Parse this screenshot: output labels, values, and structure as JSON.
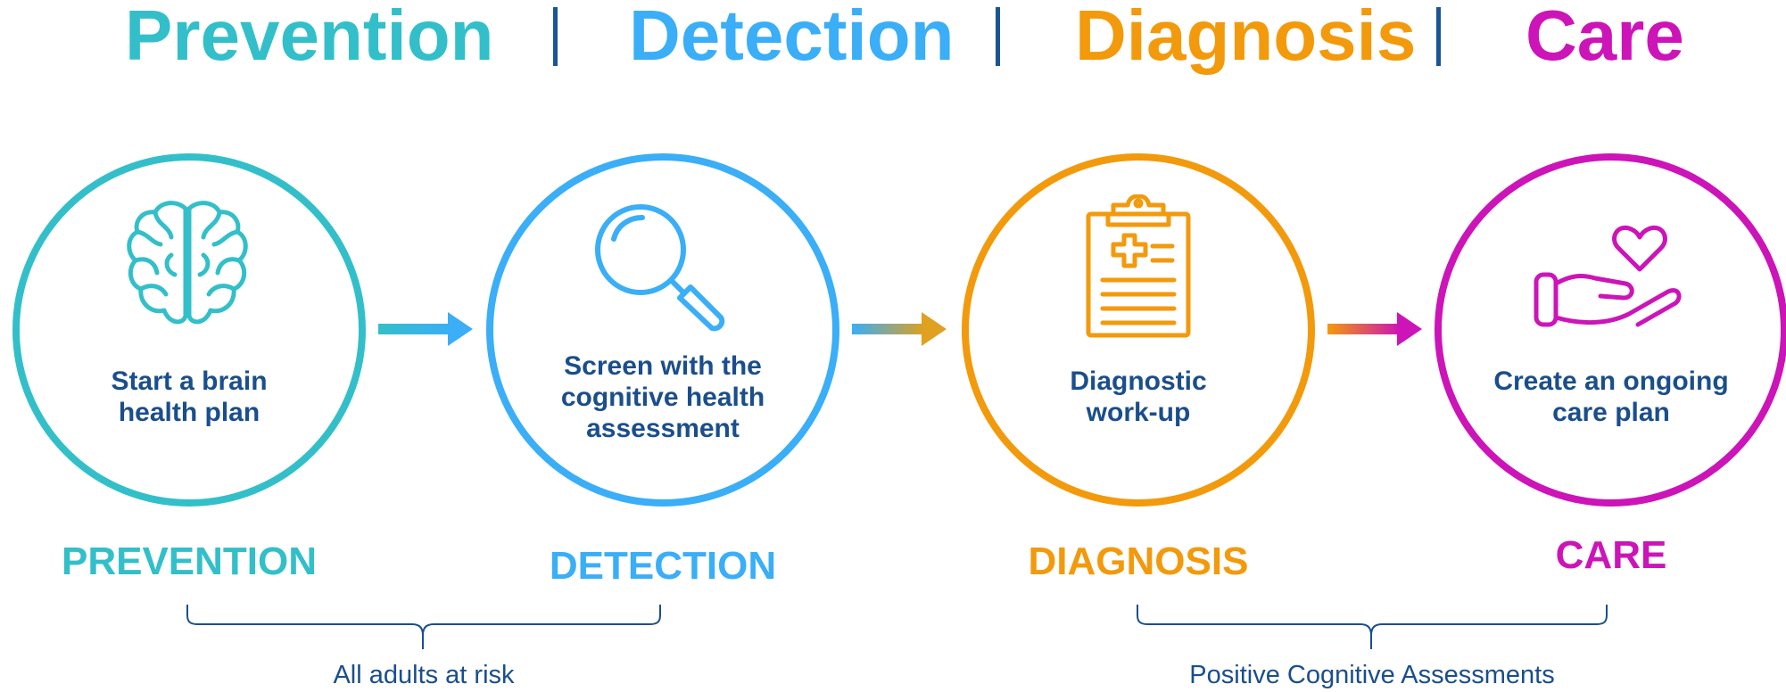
{
  "header": {
    "words": [
      "Prevention",
      "Detection",
      "Diagnosis",
      "Care"
    ]
  },
  "steps": [
    {
      "text": "Start a brain\nhealth plan",
      "label": "PREVENTION",
      "icon": "brain-icon",
      "color": "#33bfc9"
    },
    {
      "text": "Screen with the\ncognitive health\nassessment",
      "label": "DETECTION",
      "icon": "magnifier-icon",
      "color": "#3aaef7"
    },
    {
      "text": "Diagnostic\nwork-up",
      "label": "DIAGNOSIS",
      "icon": "clipboard-icon",
      "color": "#f29a0c"
    },
    {
      "text": "Create an ongoing\ncare plan",
      "label": "CARE",
      "icon": "heart-hand-icon",
      "color": "#cc14b8"
    }
  ],
  "brackets": [
    {
      "caption": "All adults at risk"
    },
    {
      "caption": "Positive Cognitive Assessments"
    }
  ],
  "colors": {
    "navy": "#1a4e8c",
    "divider": "#1a5494",
    "prevention": "#33bfc9",
    "detection": "#3aaef7",
    "diagnosis": "#f29a0c",
    "care": "#cc14b8"
  }
}
